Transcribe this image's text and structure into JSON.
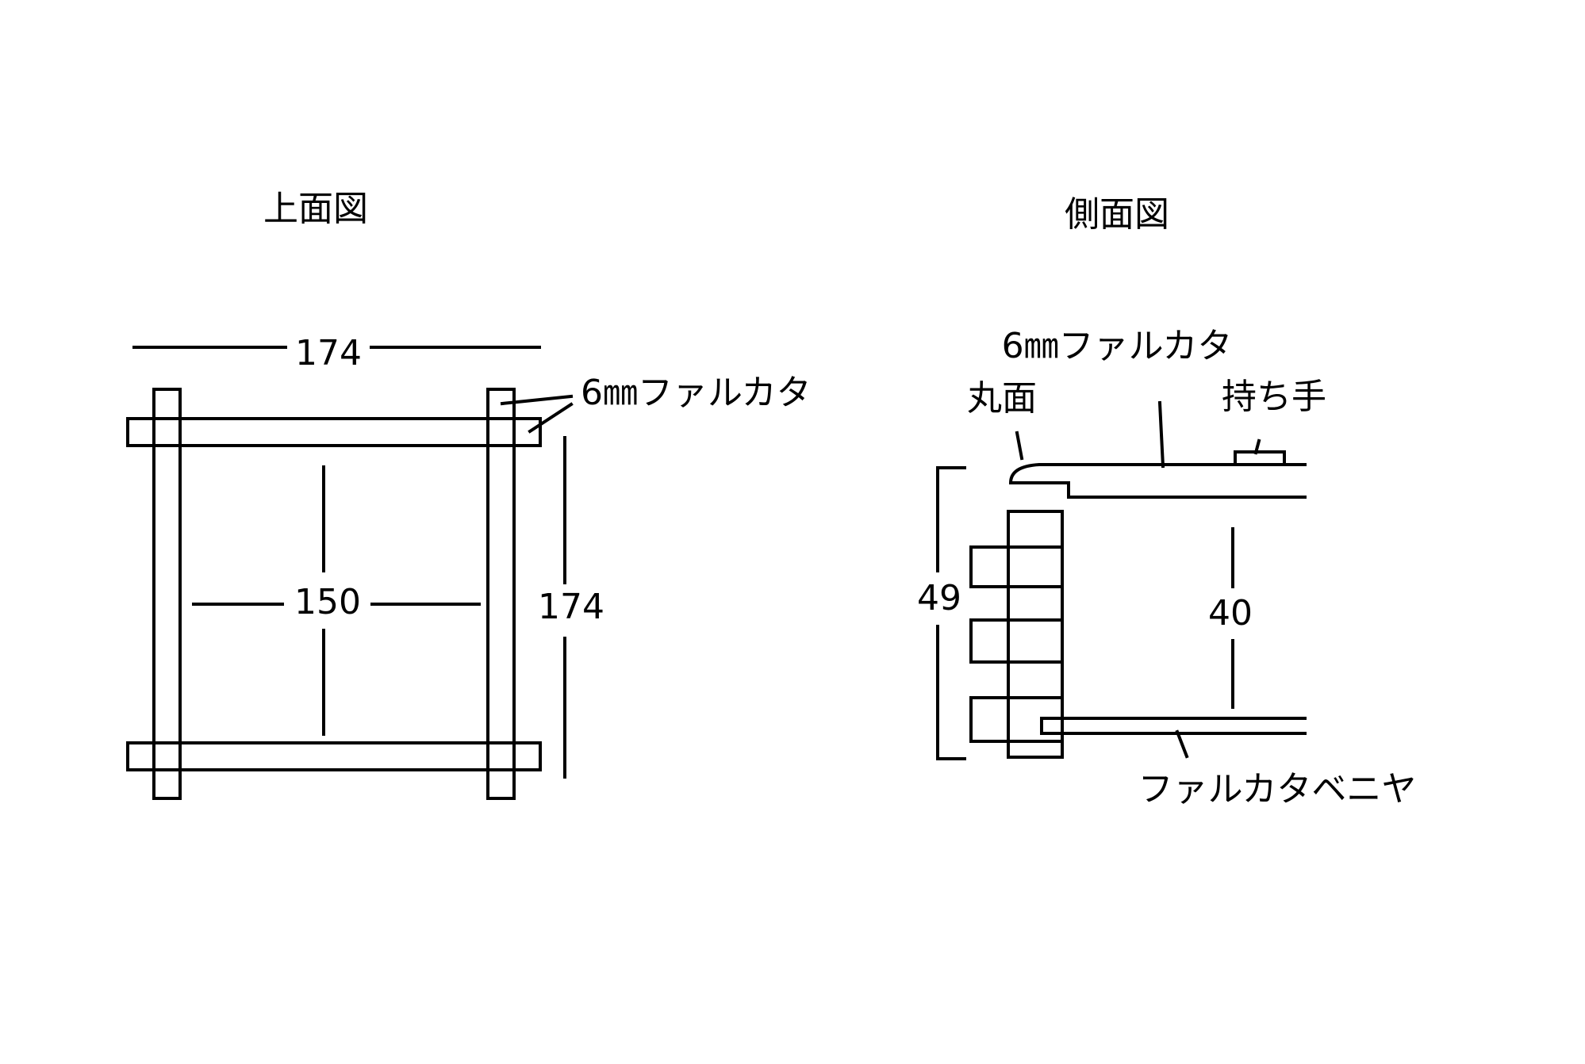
{
  "colors": {
    "line": "#000000",
    "background": "#ffffff"
  },
  "top_view": {
    "title": "上面図",
    "width_label": "174",
    "inner_label": "150",
    "height_label": "174",
    "material_label": "6㎜ファルカタ"
  },
  "side_view": {
    "title": "側面図",
    "material_label": "6㎜ファルカタ",
    "round_label": "丸面",
    "handle_label": "持ち手",
    "height_label": "49",
    "inner_label": "40",
    "bottom_label": "ファルカタベニヤ"
  }
}
